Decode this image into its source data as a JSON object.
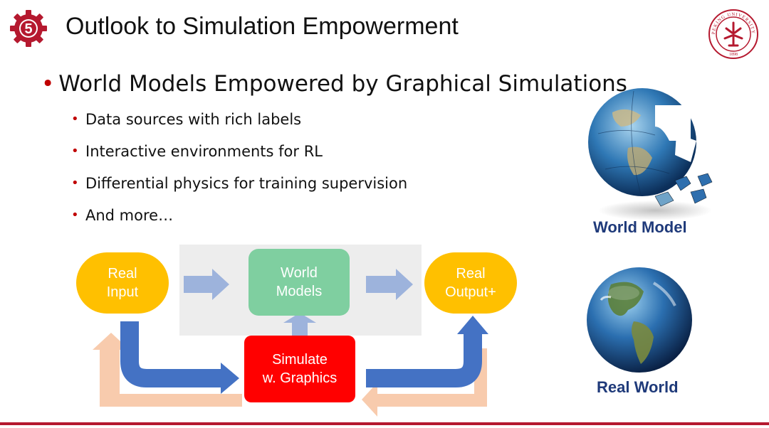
{
  "slide": {
    "section_number": "5",
    "title": "Outlook to Simulation Empowerment",
    "main_bullet": "World Models Empowered by Graphical Simulations",
    "sub_bullets": [
      "Data sources with rich labels",
      "Interactive environments for RL",
      "Differential physics for training supervision",
      "And more…"
    ],
    "logo_text": "PEKING UNIVERSITY",
    "logo_year": "1898"
  },
  "diagram": {
    "real_input": [
      "Real",
      "Input"
    ],
    "world_models": [
      "World",
      "Models"
    ],
    "real_output": [
      "Real",
      "Output+"
    ],
    "simulate": [
      "Simulate",
      "w. Graphics"
    ]
  },
  "images": {
    "world_model_caption": "World Model",
    "real_world_caption": "Real World"
  },
  "colors": {
    "accent_red": "#c00000",
    "brand_crimson": "#b5192f",
    "node_yellow": "#ffc000",
    "node_green": "#7fcfa0",
    "node_red": "#ff0000",
    "arrow_blue": "#4472c4",
    "arrow_light_blue": "#9db3dc",
    "arrow_peach": "#f8cbad",
    "caption_blue": "#1f3a7a"
  }
}
